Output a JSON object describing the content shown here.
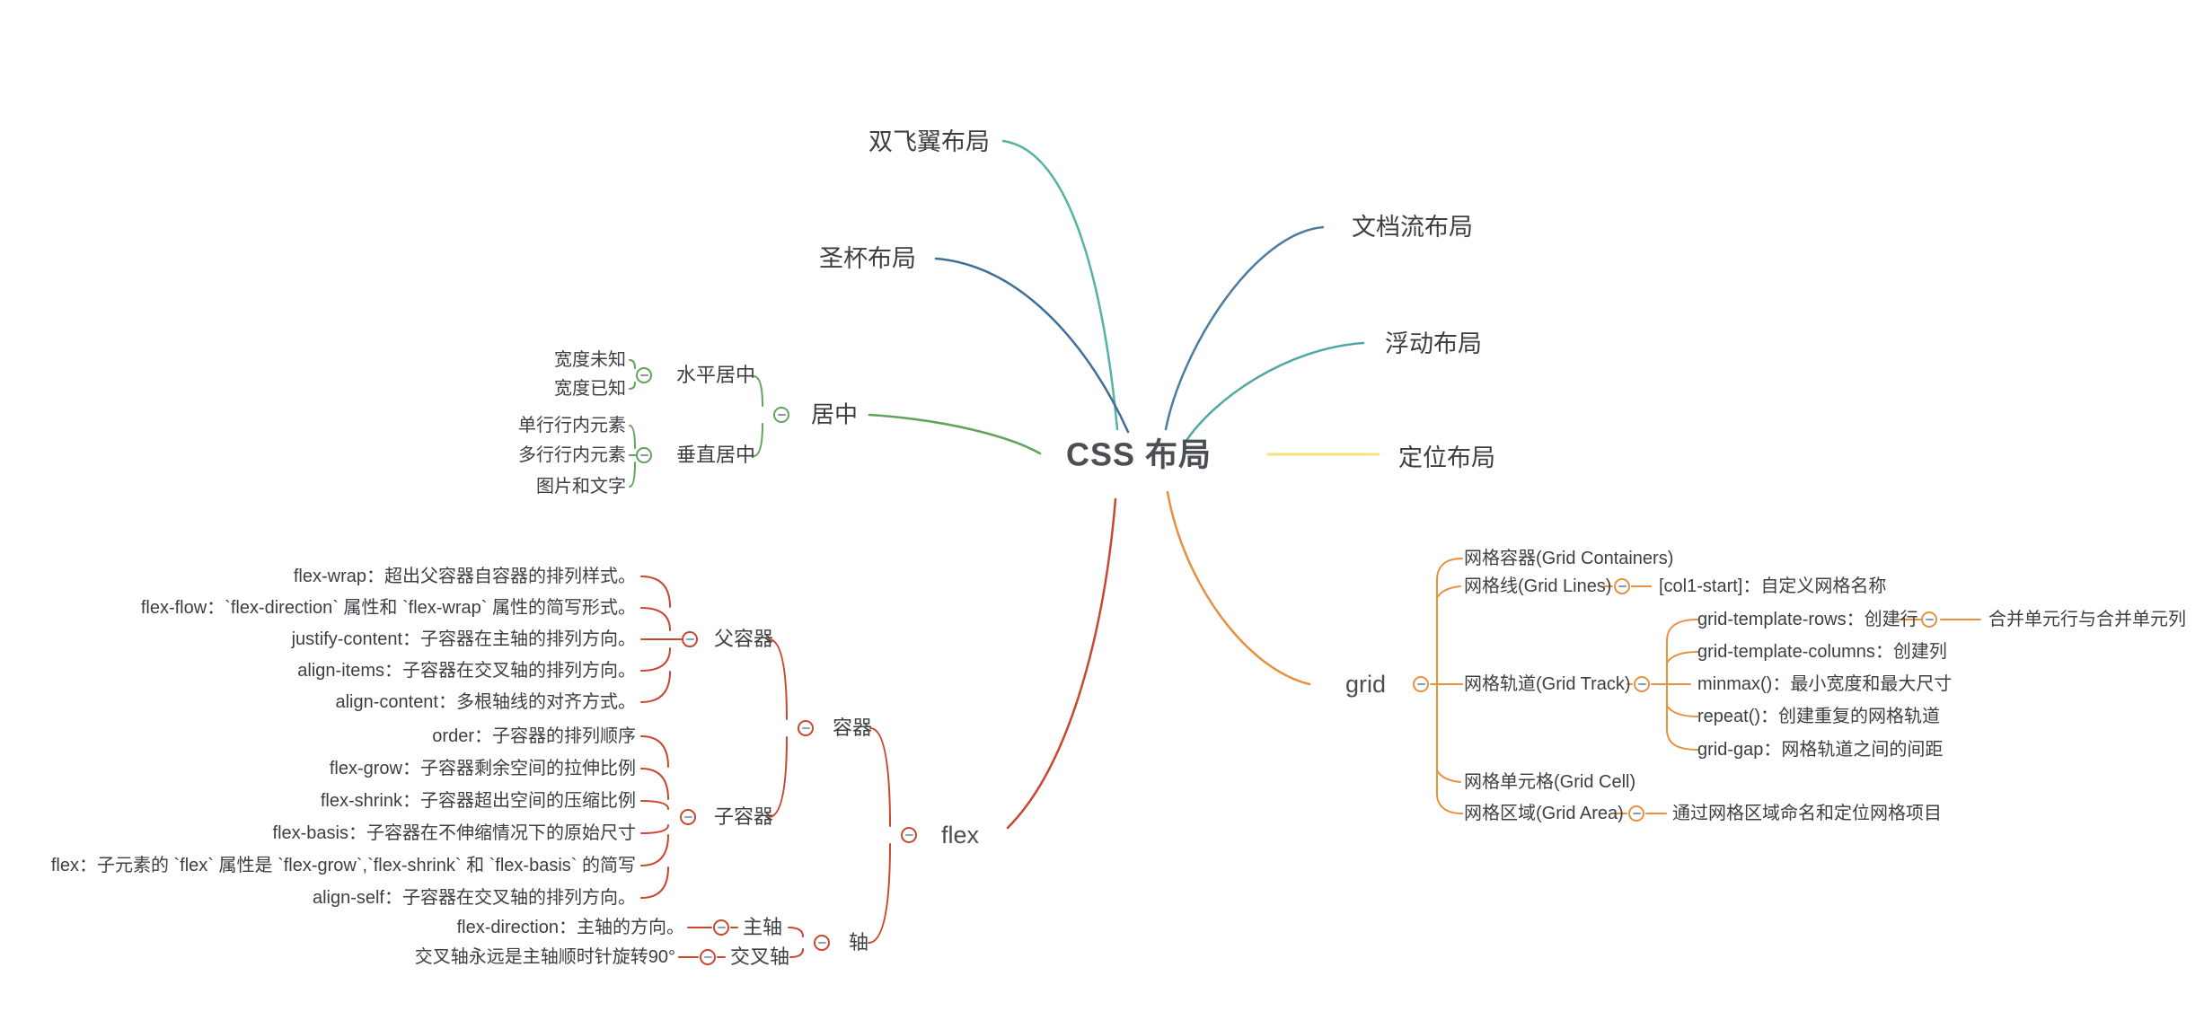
{
  "title": "CSS 布局",
  "colors": {
    "double_wing_teal": "#54b3a2",
    "holy_grail_navy": "#3e6e9a",
    "document_flow_steel": "#4a7c9f",
    "float_aqua": "#4fa9a1",
    "position_yellow": "#f3e47e",
    "center_green": "#5fa35c",
    "flex_red": "#c9472f",
    "grid_orange": "#e79140",
    "text_dark": "#3c3f42"
  },
  "branches": {
    "doubleWing": {
      "label": "双飞翼布局"
    },
    "holyGrail": {
      "label": "圣杯布局"
    },
    "documentFlow": {
      "label": "文档流布局"
    },
    "float": {
      "label": "浮动布局"
    },
    "position": {
      "label": "定位布局"
    },
    "center": {
      "label": "居中",
      "horizontal": {
        "label": "水平居中",
        "children": [
          "宽度未知",
          "宽度已知"
        ]
      },
      "vertical": {
        "label": "垂直居中",
        "children": [
          "单行行内元素",
          "多行行内元素",
          "图片和文字"
        ]
      }
    },
    "flex": {
      "label": "flex",
      "container": {
        "label": "容器",
        "parent": {
          "label": "父容器",
          "children": [
            "flex-wrap：超出父容器自容器的排列样式。",
            "flex-flow：`flex-direction` 属性和 `flex-wrap` 属性的简写形式。",
            "justify-content：子容器在主轴的排列方向。",
            "align-items：子容器在交叉轴的排列方向。",
            "align-content：多根轴线的对齐方式。"
          ]
        },
        "child": {
          "label": "子容器",
          "children": [
            "order：子容器的排列顺序",
            "flex-grow：子容器剩余空间的拉伸比例",
            "flex-shrink：子容器超出空间的压缩比例",
            "flex-basis：子容器在不伸缩情况下的原始尺寸",
            "flex：子元素的 `flex` 属性是 `flex-grow`,`flex-shrink` 和 `flex-basis` 的简写",
            "align-self：子容器在交叉轴的排列方向。"
          ]
        }
      },
      "axis": {
        "label": "轴",
        "main": {
          "label": "主轴",
          "note": "flex-direction：主轴的方向。"
        },
        "cross": {
          "label": "交叉轴",
          "note": "交叉轴永远是主轴顺时针旋转90°"
        }
      }
    },
    "grid": {
      "label": "grid",
      "containers": {
        "label": "网格容器(Grid Containers)"
      },
      "lines": {
        "label": "网格线(Grid Lines)",
        "note": "[col1-start]：自定义网格名称"
      },
      "track": {
        "label": "网格轨道(Grid Track)",
        "children": [
          "grid-template-rows：创建行",
          "grid-template-columns：创建列",
          "minmax()：最小宽度和最大尺寸",
          "repeat()：创建重复的网格轨道",
          "grid-gap：网格轨道之间的间距"
        ],
        "rowsNote": "合并单元行与合并单元列"
      },
      "cell": {
        "label": "网格单元格(Grid Cell)"
      },
      "area": {
        "label": "网格区域(Grid Area)",
        "note": "通过网格区域命名和定位网格项目"
      }
    }
  }
}
